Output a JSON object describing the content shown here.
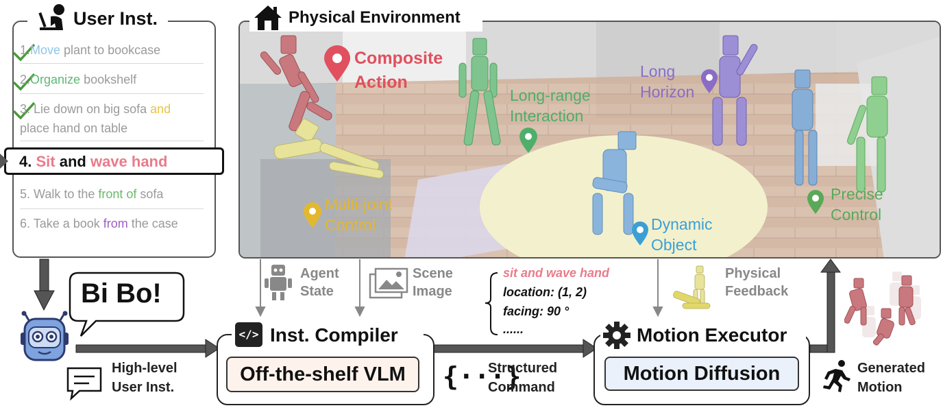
{
  "user_panel": {
    "title": "User Inst.",
    "items": [
      {
        "num": "1.",
        "pre": "",
        "hl": "Move",
        "post": " plant to bookcase",
        "hl_color": "#8fc6e6"
      },
      {
        "num": "2.",
        "pre": "",
        "hl": "Organize",
        "post": " bookshelf",
        "hl_color": "#5fb874"
      },
      {
        "num": "3.",
        "pre": " Lie down on big sofa ",
        "hl": "and",
        "post": "",
        "hl_color": "#e8c44a"
      },
      {
        "num": "4.",
        "pre": " ",
        "hl": "Sit",
        "mid": " and ",
        "hl2": "wave hand",
        "hl_color": "#ea7b8a"
      },
      {
        "num": "5.",
        "pre": " Walk to the ",
        "hl": "front of",
        "post": " sofa",
        "hl_color": "#6ab96a"
      },
      {
        "num": "6.",
        "pre": " Take a book ",
        "hl": "from",
        "post": " the case",
        "hl_color": "#9b5fc0"
      }
    ],
    "item3_line2": "place hand on table"
  },
  "speech_bubble": "Bi Bo!",
  "high_level": {
    "line1": "High-level",
    "line2": "User Inst."
  },
  "environment": {
    "title": "Physical Environment",
    "labels": {
      "composite": {
        "l1": "Composite",
        "l2": "Action",
        "color": "#e0505e"
      },
      "long_range": {
        "l1": "Long-range",
        "l2": "Interaction",
        "color": "#4fae6a"
      },
      "long_horizon": {
        "l1": "Long",
        "l2": "Horizon",
        "color": "#8a6cc6"
      },
      "multi_joint": {
        "l1": "Multi-joint",
        "l2": "Control",
        "color": "#e2b830"
      },
      "dynamic": {
        "l1": "Dynamic",
        "l2": "Object",
        "color": "#3b9fd6"
      },
      "precise": {
        "l1": "Precise",
        "l2": "Control",
        "color": "#5aa85a"
      }
    }
  },
  "inputs": {
    "agent_state": {
      "l1": "Agent",
      "l2": "State"
    },
    "scene_image": {
      "l1": "Scene",
      "l2": "Image"
    },
    "physical_feedback": {
      "l1": "Physical",
      "l2": "Feedback"
    }
  },
  "structured_cmd": {
    "line1": "sit and wave hand",
    "line2": "location:  (1, 2)",
    "line3": "facing:  90 °",
    "line4": "......",
    "caption_l1": "Structured",
    "caption_l2": "Command",
    "braces": "{···}"
  },
  "compiler": {
    "title": "Inst. Compiler",
    "inner": "Off-the-shelf VLM",
    "code_glyph": "</>"
  },
  "executor": {
    "title": "Motion Executor",
    "inner": "Motion Diffusion"
  },
  "generated": {
    "l1": "Generated",
    "l2": "Motion"
  },
  "colors": {
    "compiler_fill": "#fdf3ec",
    "executor_fill": "#eaf1fb",
    "arrow": "#5c5c5c"
  }
}
